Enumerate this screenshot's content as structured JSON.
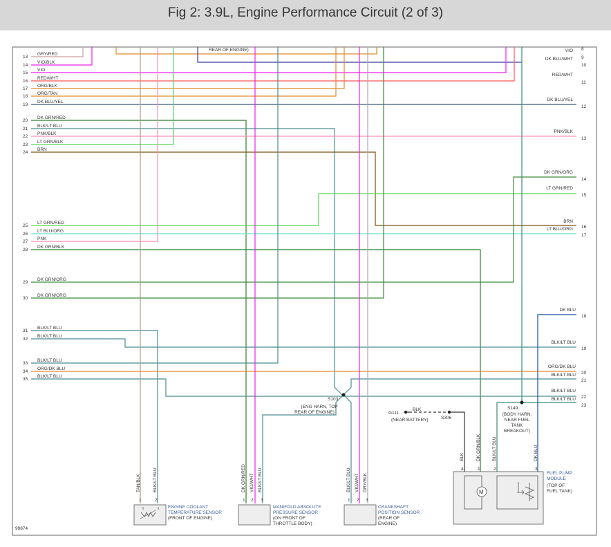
{
  "title": "Fig 2: 3.9L, Engine Performance Circuit (2 of 3)",
  "figure_id": "99874",
  "colors": {
    "tan": "#b69a7a",
    "pink": "#ff8fb8",
    "lt_green": "#59d659",
    "violet": "#ee22ee",
    "blue_dark": "#3a3a9a",
    "red": "#ff5555",
    "orange": "#e08a2a",
    "dk_blu_yel": "#3a5a8a",
    "dk_green": "#2e7d32",
    "blk_lt_blu": "#4b8c8c",
    "brown": "#7a5010",
    "lt_blu_org": "#66e0d0",
    "gray": "#aaaaaa",
    "dk_blu": "#1a4aaa",
    "dk_grn_org": "#3a8a3a",
    "teal": "#3a8a7a"
  },
  "left_labels": [
    {
      "n": "13",
      "c": "GRY/RED"
    },
    {
      "n": "14",
      "c": "VIO/BLK"
    },
    {
      "n": "15",
      "c": "VIO"
    },
    {
      "n": "16",
      "c": "RED/WHT"
    },
    {
      "n": "17",
      "c": "ORG/BLK"
    },
    {
      "n": "18",
      "c": "ORG/TAN"
    },
    {
      "n": "19",
      "c": "DK BLU/YEL"
    },
    {
      "n": "20",
      "c": "DK GRN/RED"
    },
    {
      "n": "21",
      "c": "BLK/LT BLU"
    },
    {
      "n": "22",
      "c": "PNK/BLK"
    },
    {
      "n": "23",
      "c": "LT GRN/BLK"
    },
    {
      "n": "24",
      "c": "BRN"
    },
    {
      "n": "25",
      "c": "LT GRN/RED"
    },
    {
      "n": "26",
      "c": "LT BLU/ORG"
    },
    {
      "n": "27",
      "c": "PNK"
    },
    {
      "n": "28",
      "c": "DK GRN/BLK"
    },
    {
      "n": "29",
      "c": "DK GRN/ORG"
    },
    {
      "n": "30",
      "c": "DK GRN/ORG"
    },
    {
      "n": "31",
      "c": "BLK/LT BLU"
    },
    {
      "n": "32",
      "c": "BLK/LT BLU"
    },
    {
      "n": "33",
      "c": "BLK/LT BLU"
    },
    {
      "n": "34",
      "c": "ORG/DK BLU"
    },
    {
      "n": "35",
      "c": "BLK/LT BLU"
    }
  ],
  "right_labels": [
    {
      "n": "8",
      "c": ""
    },
    {
      "n": "9",
      "c": "VIO"
    },
    {
      "n": "10",
      "c": "DK BLU/WHT"
    },
    {
      "n": "11",
      "c": "RED/WHT"
    },
    {
      "n": "12",
      "c": "DK BLU/YEL"
    },
    {
      "n": "13",
      "c": "PNK/BLK"
    },
    {
      "n": "14",
      "c": "DK GRN/ORG"
    },
    {
      "n": "15",
      "c": "LT GRN/RED"
    },
    {
      "n": "16",
      "c": "BRN"
    },
    {
      "n": "17",
      "c": "LT BLU/ORG"
    },
    {
      "n": "18",
      "c": "DK BLU"
    },
    {
      "n": "19",
      "c": "BLK/LT BLU"
    },
    {
      "n": "20",
      "c": "ORG/DK BLU"
    },
    {
      "n": "21",
      "c": "BLK/LT BLU"
    },
    {
      "n": "22",
      "c": "BLK/LT BLU"
    },
    {
      "n": "23",
      "c": "BLK/LT BLU"
    }
  ],
  "top_note": "REAR OF ENGINE)",
  "splices": {
    "s103": {
      "id": "S103",
      "desc": [
        "(ENG HARN, TOP",
        "REAR OF ENGINE)"
      ]
    },
    "s149": {
      "id": "S149",
      "desc": [
        "(BODY HARN,",
        "NEAR FUEL",
        "TANK",
        "BREAKOUT)"
      ]
    },
    "s306": {
      "id": "S306"
    },
    "g111": {
      "id": "G111",
      "desc": "(NEAR BATTERY)",
      "wire": "BLK"
    }
  },
  "components": {
    "ect": {
      "pins": [
        "1",
        "2"
      ],
      "wires": [
        "TAN/BLK",
        "BLK/LT BLU"
      ],
      "name": [
        "ENGINE COOLANT",
        "TEMPERATURE SENSOR"
      ],
      "loc": "(FRONT OF ENGINE)"
    },
    "map": {
      "pins": [
        "1",
        "2",
        "3"
      ],
      "wires": [
        "DK GRN/RED",
        "VIO/WHT",
        "BLK/LT BLU"
      ],
      "name": [
        "MANIFOLD ABSOLUTE",
        "PRESSURE SENSOR"
      ],
      "loc": [
        "(ON FRONT OF",
        "THROTTLE BODY)"
      ]
    },
    "ckp": {
      "pins": [
        "1",
        "2",
        "3"
      ],
      "wires": [
        "BLK/LT BLU",
        "VIO/WHT",
        "GRY/BLK"
      ],
      "name": [
        "CRANKSHAFT",
        "POSITION SENSOR"
      ],
      "loc": [
        "(REAR OF",
        "ENGINE)"
      ]
    },
    "fuel_pump": {
      "pins": [
        "4",
        "1",
        "2",
        "3"
      ],
      "wires": [
        "BLK",
        "DK GRN/BLK",
        "BLK/LT BLU",
        "DK BLU"
      ],
      "name": [
        "FUEL PUMP",
        "MODULE"
      ],
      "loc": [
        "(TOP OF",
        "FUEL TANK)"
      ],
      "motor": "M"
    }
  }
}
